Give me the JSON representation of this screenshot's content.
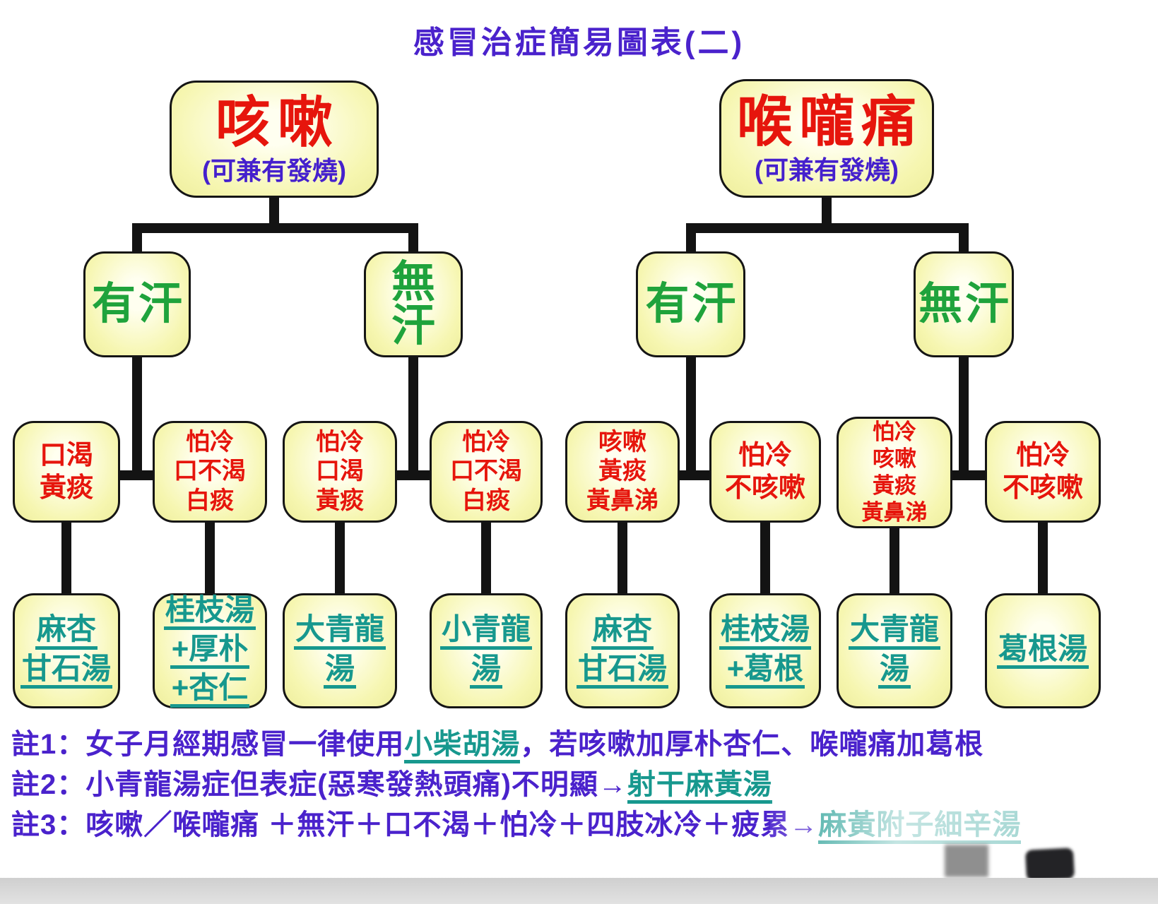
{
  "title": "感冒治症簡易圖表(二)",
  "trees": [
    {
      "root_label": "咳嗽",
      "root_sub": "(可兼有發燒)",
      "branches": [
        {
          "label": "有汗",
          "children": [
            {
              "symptoms": [
                "口渴",
                "黃痰"
              ],
              "treatment": [
                "麻杏",
                "甘石湯"
              ]
            },
            {
              "symptoms": [
                "怕冷",
                "口不渴",
                "白痰"
              ],
              "treatment": [
                "桂枝湯",
                "+厚朴",
                "+杏仁"
              ]
            }
          ]
        },
        {
          "label": "無汗",
          "children": [
            {
              "symptoms": [
                "怕冷",
                "口渴",
                "黃痰"
              ],
              "treatment": [
                "大青龍",
                "湯"
              ]
            },
            {
              "symptoms": [
                "怕冷",
                "口不渴",
                "白痰"
              ],
              "treatment": [
                "小青龍",
                "湯"
              ]
            }
          ]
        }
      ]
    },
    {
      "root_label": "喉嚨痛",
      "root_sub": "(可兼有發燒)",
      "branches": [
        {
          "label": "有汗",
          "children": [
            {
              "symptoms": [
                "咳嗽",
                "黃痰",
                "黃鼻涕"
              ],
              "treatment": [
                "麻杏",
                "甘石湯"
              ]
            },
            {
              "symptoms": [
                "怕冷",
                "不咳嗽"
              ],
              "treatment": [
                "桂枝湯",
                "+葛根"
              ]
            }
          ]
        },
        {
          "label": "無汗",
          "children": [
            {
              "symptoms": [
                "怕冷",
                "咳嗽",
                "黃痰",
                "黃鼻涕"
              ],
              "treatment": [
                "大青龍",
                "湯"
              ]
            },
            {
              "symptoms": [
                "怕冷",
                "不咳嗽"
              ],
              "treatment": [
                "葛根湯"
              ]
            }
          ]
        }
      ]
    }
  ],
  "notes": [
    {
      "label": "註1：",
      "parts": [
        {
          "t": "女子月經期感冒一律使用",
          "s": "plain"
        },
        {
          "t": "小柴胡湯",
          "s": "link"
        },
        {
          "t": "，若咳嗽加厚朴杏仁、喉嚨痛加葛根",
          "s": "plain"
        }
      ]
    },
    {
      "label": "註2：",
      "parts": [
        {
          "t": "小青龍湯症但表症(惡寒發熱頭痛)不明顯→",
          "s": "plain"
        },
        {
          "t": "射干麻黃湯",
          "s": "link"
        }
      ]
    },
    {
      "label": "註3：",
      "parts": [
        {
          "t": "咳嗽／喉嚨痛 ＋無汗＋口不渴＋怕冷＋四肢冰冷＋疲累→",
          "s": "plain"
        },
        {
          "t": "麻黃附子細辛湯",
          "s": "link-faded"
        }
      ]
    }
  ],
  "colors": {
    "title_purple": "#4a22cc",
    "symptom_red": "#e6150c",
    "branch_green": "#1fa33c",
    "treatment_teal": "#17988e",
    "box_fill": "#f6f6b0",
    "box_border": "#151515",
    "connector_black": "#131313"
  }
}
